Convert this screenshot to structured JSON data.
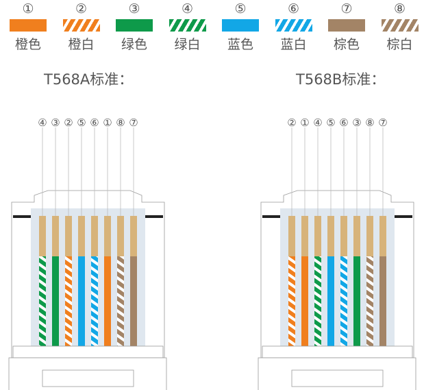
{
  "legend": [
    {
      "num": "①",
      "label": "橙色",
      "color": "#f07f1e",
      "striped": false
    },
    {
      "num": "②",
      "label": "橙白",
      "color": "#f07f1e",
      "striped": true
    },
    {
      "num": "③",
      "label": "绿色",
      "color": "#0e9a4a",
      "striped": false
    },
    {
      "num": "④",
      "label": "绿白",
      "color": "#0e9a4a",
      "striped": true
    },
    {
      "num": "⑤",
      "label": "蓝色",
      "color": "#12a7e6",
      "striped": false
    },
    {
      "num": "⑥",
      "label": "蓝白",
      "color": "#12a7e6",
      "striped": true
    },
    {
      "num": "⑦",
      "label": "棕色",
      "color": "#a38466",
      "striped": false
    },
    {
      "num": "⑧",
      "label": "棕白",
      "color": "#a38466",
      "striped": true
    }
  ],
  "standards": [
    {
      "title": "T568A标准：",
      "order": [
        4,
        3,
        2,
        5,
        6,
        1,
        8,
        7
      ]
    },
    {
      "title": "T568B标准：",
      "order": [
        2,
        1,
        4,
        5,
        6,
        3,
        8,
        7
      ]
    }
  ],
  "colors": {
    "copper": "#d7b37a",
    "housing": "#dfe7ef",
    "outline": "#999999"
  }
}
